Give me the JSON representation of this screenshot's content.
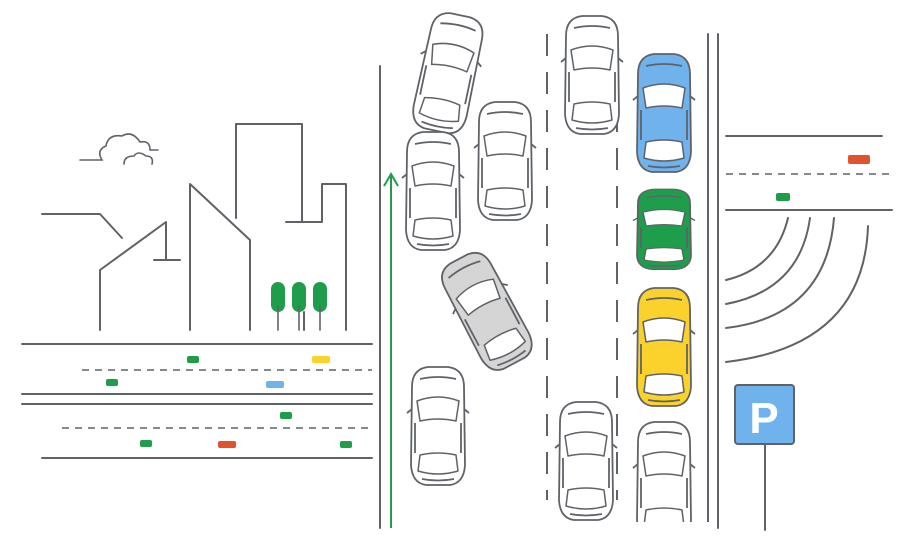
{
  "scene": {
    "parking_sign": {
      "letter": "P"
    },
    "colors": {
      "line": "#5f6368",
      "green": "#1e9e4a",
      "blue": "#6fb2ec",
      "yellow": "#fbd12c",
      "red": "#e0532c",
      "gray": "#d5d5d5",
      "sign_blue": "#6fb2ec",
      "white": "#ffffff"
    },
    "cars": [
      {
        "color": "white",
        "rotation": 12
      },
      {
        "color": "white",
        "rotation": 0
      },
      {
        "color": "white",
        "rotation": 0
      },
      {
        "color": "gray",
        "rotation": -28
      },
      {
        "color": "white",
        "rotation": 0
      },
      {
        "color": "white",
        "rotation": 0
      },
      {
        "color": "blue",
        "rotation": 0
      },
      {
        "color": "green",
        "rotation": 0
      },
      {
        "color": "yellow",
        "rotation": 0
      },
      {
        "color": "white",
        "rotation": 0
      },
      {
        "color": "white",
        "rotation": 0
      }
    ],
    "icons": [
      "cloud-icon",
      "tree-icon",
      "parking-sign-icon",
      "up-arrow-icon"
    ]
  }
}
